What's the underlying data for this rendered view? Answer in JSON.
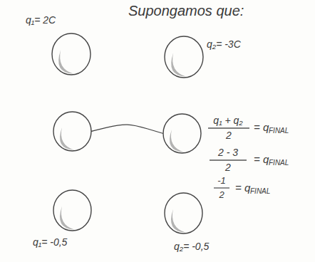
{
  "diagram": {
    "title": "Supongamos que:",
    "nodes": [
      {
        "text": [
          "q₁= 2C"
        ]
      },
      {
        "text": [
          "q₂= -3C"
        ]
      },
      {
        "text": []
      },
      {
        "text": []
      },
      {
        "text": [
          "q₁= -0,5"
        ]
      },
      {
        "text": [
          "q₂= -0,5"
        ]
      }
    ],
    "edges": [
      {
        "from": 2,
        "to": 3,
        "arrow": "none"
      }
    ],
    "labels": [
      "q₁ + q₂",
      "2",
      "= q",
      "FINAL",
      "2 - 3",
      "2",
      "= q",
      "FINAL",
      "-1",
      "2",
      "= q",
      "FINAL"
    ]
  }
}
